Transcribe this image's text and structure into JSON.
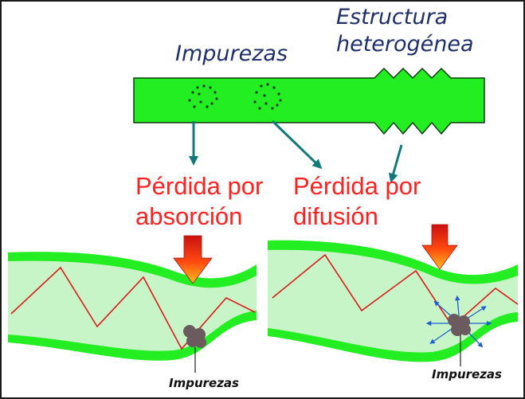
{
  "top": {
    "label_impurezas": "Impurezas",
    "label_estructura_line1": "Estructura",
    "label_estructura_line2": "heterogénea"
  },
  "losses": {
    "absorcion_line1": "Pérdida por",
    "absorcion_line2": "absorción",
    "difusion_line1": "Pérdida por",
    "difusion_line2": "difusión"
  },
  "bottom": {
    "left_impurezas": "Impurezas",
    "right_impurezas": "Impurezas"
  },
  "colors": {
    "fiber_green": "#22ee22",
    "core_light": "#c8f5c8",
    "arrow_teal": "#127a7a",
    "label_red": "#ff2020",
    "ray_red": "#dd1a1a",
    "scatter_blue": "#1f5fd0",
    "impurity_gray": "#6b5a5e"
  }
}
